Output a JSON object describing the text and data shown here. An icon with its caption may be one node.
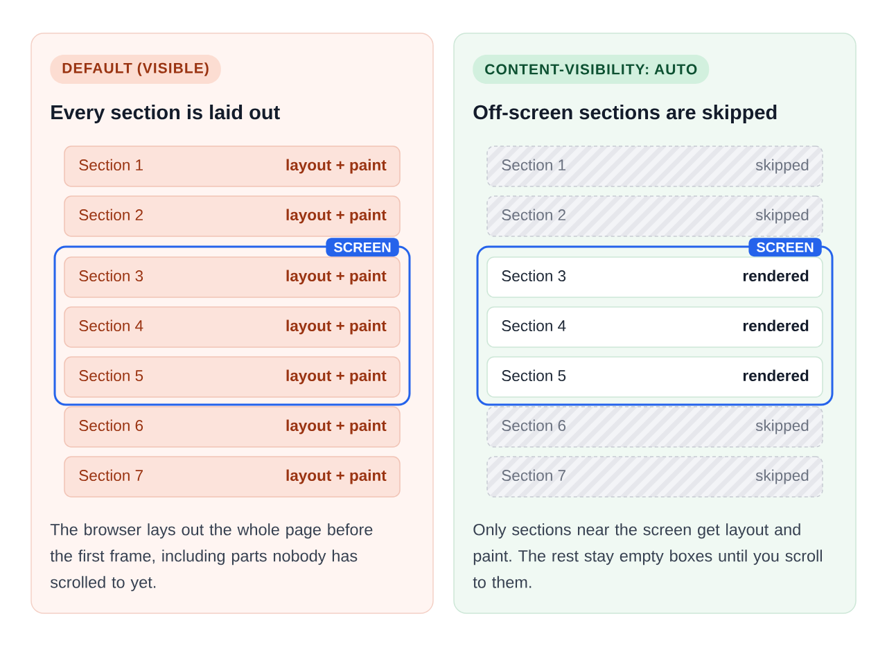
{
  "diagram": {
    "nodes": [
      {
        "text": [
          "Every section is laid out",
          "The browser lays out the whole page before the first frame, including parts nobody has scrolled to yet."
        ]
      },
      {
        "text": [
          "DEFAULT (VISIBLE)"
        ],
        "in": 0
      },
      {
        "text": [
          "Section 1",
          "layout + paint"
        ],
        "in": 0
      },
      {
        "text": [
          "Section 2",
          "layout + paint"
        ],
        "in": 0
      },
      {
        "text": [
          "SCREEN"
        ],
        "in": 0
      },
      {
        "text": [
          "Section 3",
          "layout + paint"
        ],
        "in": 4
      },
      {
        "text": [
          "Section 4",
          "layout + paint"
        ],
        "in": 4
      },
      {
        "text": [
          "Section 5",
          "layout + paint"
        ],
        "in": 4
      },
      {
        "text": [
          "Section 6",
          "layout + paint"
        ],
        "in": 0
      },
      {
        "text": [
          "Section 7",
          "layout + paint"
        ],
        "in": 0
      },
      {
        "text": [
          "Off-screen sections are skipped",
          "Only sections near the screen get layout and paint. The rest stay empty boxes until you scroll to them."
        ]
      },
      {
        "text": [
          "CONTENT-VISIBILITY: AUTO"
        ],
        "in": 10
      },
      {
        "text": [
          "Section 1",
          "skipped"
        ],
        "in": 10
      },
      {
        "text": [
          "Section 2",
          "skipped"
        ],
        "in": 10
      },
      {
        "text": [
          "SCREEN"
        ],
        "in": 10
      },
      {
        "text": [
          "Section 3",
          "rendered"
        ],
        "in": 14
      },
      {
        "text": [
          "Section 4",
          "rendered"
        ],
        "in": 14
      },
      {
        "text": [
          "Section 5",
          "rendered"
        ],
        "in": 14
      },
      {
        "text": [
          "Section 6",
          "skipped"
        ],
        "in": 10
      },
      {
        "text": [
          "Section 7",
          "skipped"
        ],
        "in": 10
      }
    ]
  }
}
